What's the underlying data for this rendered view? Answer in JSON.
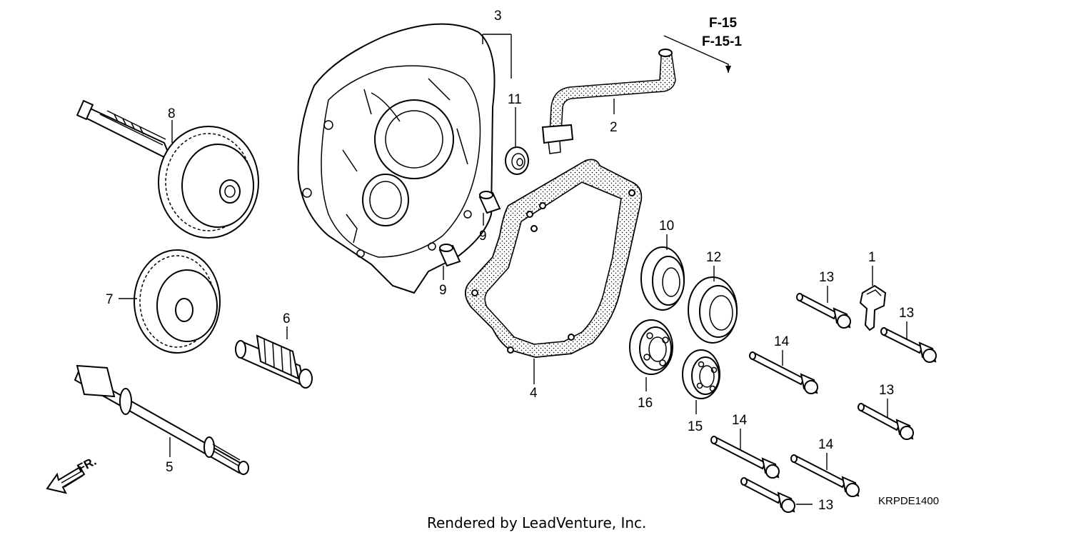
{
  "diagram": {
    "part_labels": [
      {
        "id": "p1",
        "text": "1"
      },
      {
        "id": "p2",
        "text": "2"
      },
      {
        "id": "p3",
        "text": "3"
      },
      {
        "id": "p4",
        "text": "4"
      },
      {
        "id": "p5",
        "text": "5"
      },
      {
        "id": "p6",
        "text": "6"
      },
      {
        "id": "p7",
        "text": "7"
      },
      {
        "id": "p8",
        "text": "8"
      },
      {
        "id": "p9a",
        "text": "9"
      },
      {
        "id": "p9b",
        "text": "9"
      },
      {
        "id": "p10",
        "text": "10"
      },
      {
        "id": "p11",
        "text": "11"
      },
      {
        "id": "p12",
        "text": "12"
      },
      {
        "id": "p13a",
        "text": "13"
      },
      {
        "id": "p13b",
        "text": "13"
      },
      {
        "id": "p13c",
        "text": "13"
      },
      {
        "id": "p13d",
        "text": "13"
      },
      {
        "id": "p14a",
        "text": "14"
      },
      {
        "id": "p14b",
        "text": "14"
      },
      {
        "id": "p14c",
        "text": "14"
      },
      {
        "id": "p15",
        "text": "15"
      },
      {
        "id": "p16",
        "text": "16"
      }
    ],
    "references": [
      "F-15",
      "F-15-1"
    ],
    "direction_label": "FR.",
    "diagram_code": "KRPDE1400",
    "credit": "Rendered by LeadVenture, Inc."
  }
}
